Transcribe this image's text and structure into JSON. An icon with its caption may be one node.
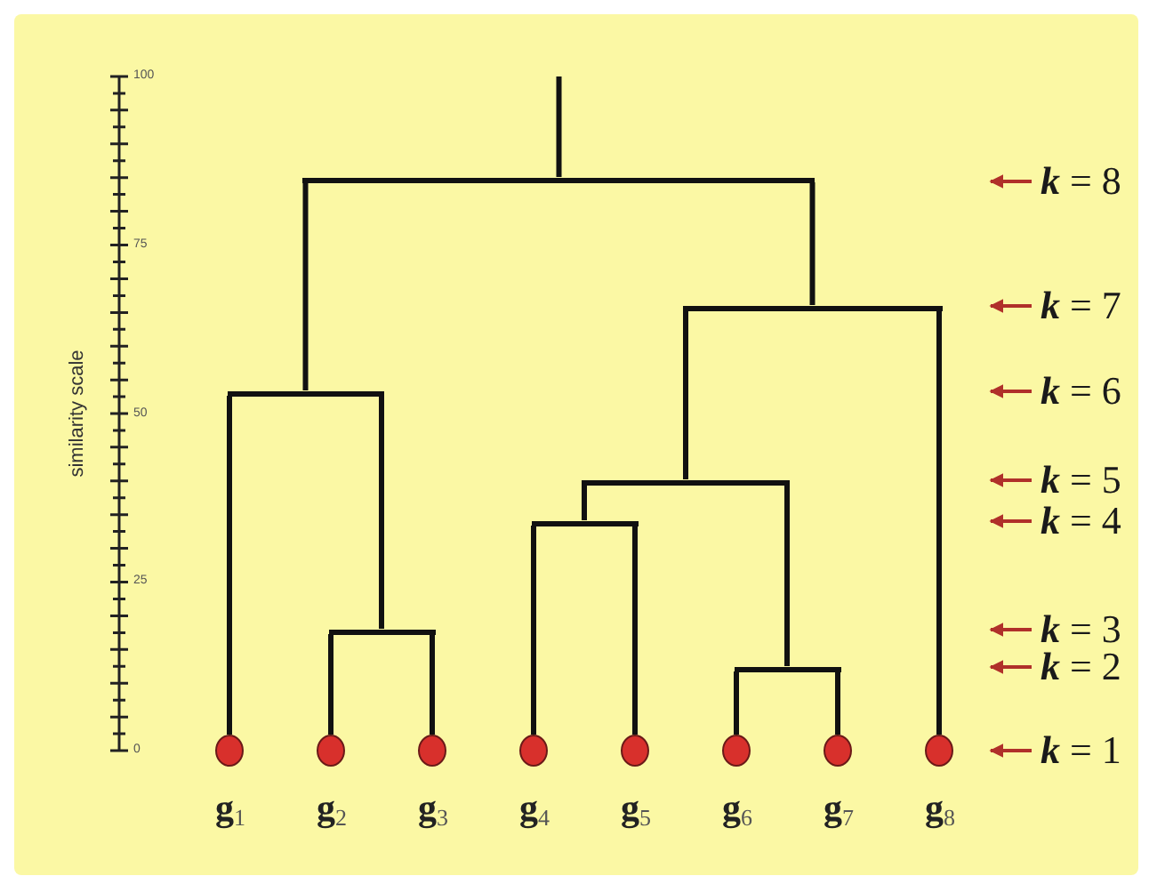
{
  "diagram": {
    "nodes": [
      {
        "text": [],
        "shape": "circle",
        "beside": [
          "**g**$_{1}$"
        ]
      },
      {
        "text": [],
        "shape": "circle",
        "beside": [
          "**g**$_{2}$"
        ]
      },
      {
        "text": [],
        "shape": "circle",
        "beside": [
          "**g**$_{3}$"
        ]
      },
      {
        "text": [],
        "shape": "circle",
        "beside": [
          "**g**$_{4}$"
        ]
      },
      {
        "text": [],
        "shape": "circle",
        "beside": [
          "**g**$_{5}$"
        ]
      },
      {
        "text": [],
        "shape": "circle",
        "beside": [
          "**g**$_{6}$"
        ]
      },
      {
        "text": [],
        "shape": "circle",
        "beside": [
          "**g**$_{7}$"
        ]
      },
      {
        "text": [],
        "shape": "circle",
        "beside": [
          "**g**$_{8}$"
        ]
      },
      {
        "text": [],
        "shape": "bar"
      },
      {
        "text": [],
        "shape": "bar"
      },
      {
        "text": [],
        "shape": "bar"
      },
      {
        "text": [],
        "shape": "bar"
      },
      {
        "text": [],
        "shape": "bar"
      },
      {
        "text": [],
        "shape": "bar"
      },
      {
        "text": [],
        "shape": "bar"
      },
      {
        "text": [
          "*k* = 8"
        ]
      },
      {
        "text": [
          "*k* = 7"
        ]
      },
      {
        "text": [
          "*k* = 6"
        ]
      },
      {
        "text": [
          "*k* = 5"
        ]
      },
      {
        "text": [
          "*k* = 4"
        ]
      },
      {
        "text": [
          "*k* = 3"
        ]
      },
      {
        "text": [
          "*k* = 2"
        ]
      },
      {
        "text": [
          "*k* = 1"
        ]
      }
    ],
    "edges": [
      {
        "from": null,
        "to": 8,
        "arrow": "none"
      },
      {
        "from": 8,
        "to": 10,
        "arrow": "none"
      },
      {
        "from": 8,
        "to": 9,
        "arrow": "none"
      },
      {
        "from": 10,
        "to": 0,
        "arrow": "none"
      },
      {
        "from": 10,
        "to": 13,
        "arrow": "none"
      },
      {
        "from": 13,
        "to": 1,
        "arrow": "none"
      },
      {
        "from": 13,
        "to": 2,
        "arrow": "none"
      },
      {
        "from": 9,
        "to": 11,
        "arrow": "none"
      },
      {
        "from": 9,
        "to": 7,
        "arrow": "none"
      },
      {
        "from": 11,
        "to": 12,
        "arrow": "none"
      },
      {
        "from": 11,
        "to": 14,
        "arrow": "none"
      },
      {
        "from": 12,
        "to": 3,
        "arrow": "none"
      },
      {
        "from": 12,
        "to": 4,
        "arrow": "none"
      },
      {
        "from": 14,
        "to": 5,
        "arrow": "none"
      },
      {
        "from": 14,
        "to": 6,
        "arrow": "none"
      },
      {
        "from": 15,
        "to": null,
        "arrow": "to",
        "color": "#b0302a"
      },
      {
        "from": 16,
        "to": null,
        "arrow": "to",
        "color": "#b0302a"
      },
      {
        "from": 17,
        "to": null,
        "arrow": "to",
        "color": "#b0302a"
      },
      {
        "from": 18,
        "to": null,
        "arrow": "to",
        "color": "#b0302a"
      },
      {
        "from": 19,
        "to": null,
        "arrow": "to",
        "color": "#b0302a"
      },
      {
        "from": 20,
        "to": null,
        "arrow": "to",
        "color": "#b0302a"
      },
      {
        "from": 21,
        "to": null,
        "arrow": "to",
        "color": "#b0302a"
      },
      {
        "from": 22,
        "to": null,
        "arrow": "to",
        "color": "#b0302a"
      }
    ],
    "labels": [
      "similarity scale",
      "100",
      "75",
      "50",
      "25",
      "0"
    ]
  }
}
